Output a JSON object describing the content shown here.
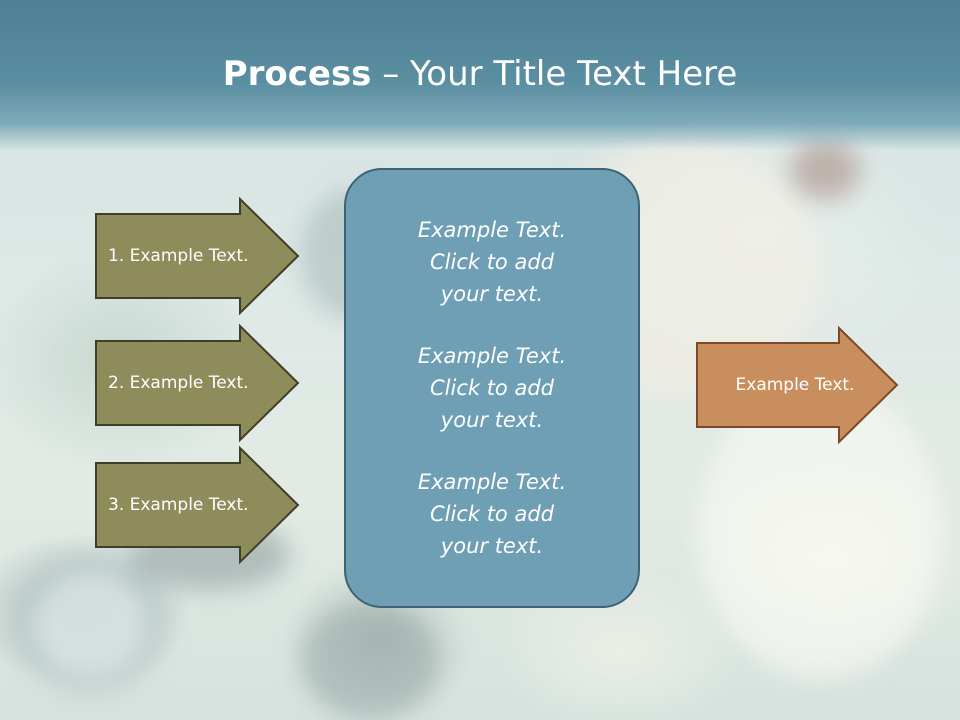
{
  "slide": {
    "title_bold": "Process",
    "title_rest": " – Your Title Text Here"
  },
  "left_arrows": [
    {
      "label": "1. Example Text."
    },
    {
      "label": "2. Example Text."
    },
    {
      "label": "3. Example Text."
    }
  ],
  "center_box": {
    "paragraphs": [
      "Example Text.\nClick  to add\nyour text.",
      "Example Text.\nClick  to add\nyour text.",
      "Example Text.\nClick  to add\nyour text."
    ]
  },
  "right_arrow": {
    "label": "Example Text."
  },
  "colors": {
    "header": "#5a8ea1",
    "left_arrow_fill": "#8d8c5a",
    "left_arrow_stroke": "#3f3f28",
    "center_fill": "#6f9fb4",
    "right_arrow_fill": "#c98e5e",
    "right_arrow_stroke": "#7a4a26"
  }
}
